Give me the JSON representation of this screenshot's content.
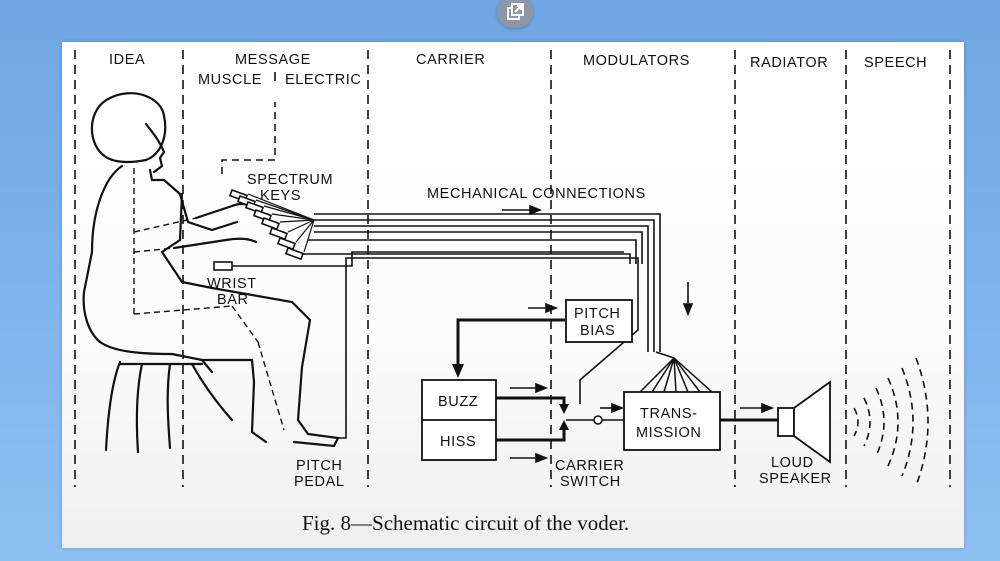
{
  "toolbar": {
    "popout_icon": "external-popout-icon"
  },
  "diagram": {
    "columns": [
      "IDEA",
      "MESSAGE",
      "CARRIER",
      "MODULATORS",
      "RADIATOR",
      "SPEECH"
    ],
    "message_sub": {
      "muscle": "MUSCLE",
      "electric": "ELECTRIC"
    },
    "labels": {
      "spectrum_1": "SPECTRUM",
      "spectrum_2": "KEYS",
      "mechanical": "MECHANICAL CONNECTIONS",
      "wrist_1": "WRIST",
      "wrist_2": "BAR",
      "pitch_pedal_1": "PITCH",
      "pitch_pedal_2": "PEDAL",
      "carrier_switch_1": "CARRIER",
      "carrier_switch_2": "SWITCH",
      "loud_1": "LOUD",
      "loud_2": "SPEAKER"
    },
    "boxes": {
      "pitch_bias_1": "PITCH",
      "pitch_bias_2": "BIAS",
      "buzz": "BUZZ",
      "hiss": "HISS",
      "trans_1": "TRANS-",
      "trans_2": "MISSION"
    },
    "caption": "Fig. 8—Schematic circuit of the voder."
  }
}
